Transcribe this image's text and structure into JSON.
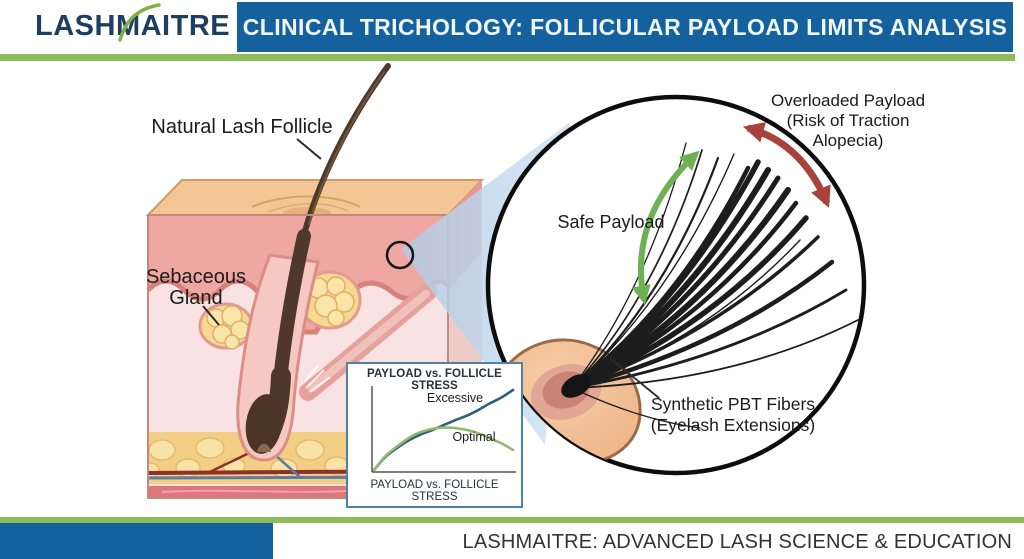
{
  "header": {
    "logo_text": "LASHMAITRE",
    "title": "CLINICAL TRICHOLOGY: FOLLICULAR PAYLOAD LIMITS ANALYSIS"
  },
  "diagram": {
    "labels": {
      "natural_follicle": "Natural Lash Follicle",
      "sebaceous_lines": [
        "Sebaceous",
        "Gland"
      ],
      "safe_payload": "Safe Payload",
      "overload_lines": [
        "Overloaded Payload",
        "(Risk of Traction",
        "Alopecia)"
      ],
      "pbt_lines": [
        "Synthetic PBT Fibers",
        "(Eyelash Extensions)"
      ]
    },
    "palette": {
      "header_blue": "#15619e",
      "accent_green": "#8cbd5a",
      "safe_arrow_green": "#6fb054",
      "overload_arrow_red": "#a8423a",
      "beam_blue": "#bcd6ec",
      "logo_navy": "#1e3e60",
      "logo_swoosh_green": "#7fb043"
    }
  },
  "inset_chart": {
    "title": "PAYLOAD vs. FOLLICLE STRESS",
    "x_axis_label": "PAYLOAD vs. FOLLICLE STRESS",
    "excessive_label": "Excessive",
    "optimal_label": "Optimal"
  },
  "chart_data": {
    "type": "line",
    "title": "PAYLOAD vs. FOLLICLE STRESS",
    "xlabel": "PAYLOAD vs. FOLLICLE STRESS",
    "ylabel": "",
    "grid": false,
    "axes_numeric": false,
    "legend_position": "inline-labels",
    "x_normalized": [
      0,
      0.08,
      0.17,
      0.25,
      0.33,
      0.42,
      0.5,
      0.58,
      0.67,
      0.75,
      0.83,
      0.92,
      1
    ],
    "series": [
      {
        "name": "Excessive",
        "color": "#2d5f80",
        "y": [
          0,
          0.16,
          0.28,
          0.37,
          0.44,
          0.5,
          0.56,
          0.62,
          0.68,
          0.75,
          0.83,
          0.91,
          1.0
        ]
      },
      {
        "name": "Optimal",
        "color": "#93b96f",
        "y": [
          0,
          0.17,
          0.3,
          0.4,
          0.47,
          0.515,
          0.53,
          0.525,
          0.5,
          0.46,
          0.4,
          0.33,
          0.25
        ]
      }
    ]
  },
  "footer": {
    "text": "LASHMAITRE: ADVANCED LASH SCIENCE & EDUCATION"
  }
}
